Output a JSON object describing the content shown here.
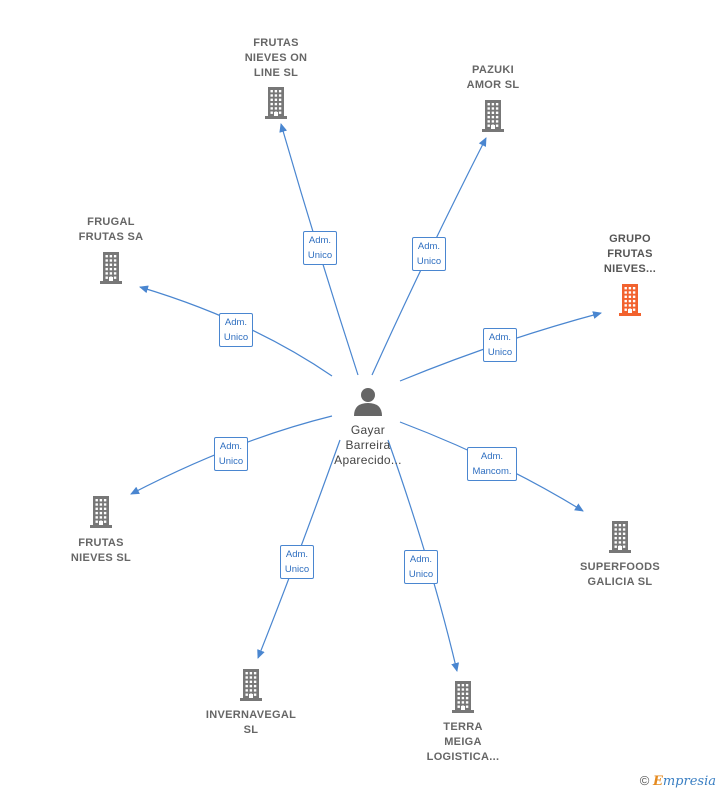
{
  "center": {
    "lines": [
      "Gayar",
      "Barreira",
      "Aparecido..."
    ],
    "icon": "person-icon"
  },
  "nodes": [
    {
      "id": "frutas-nieves-online",
      "lines": [
        "FRUTAS",
        "NIEVES ON",
        "LINE  SL"
      ],
      "icon": "building-icon",
      "color": "#777777"
    },
    {
      "id": "pazuki-amor",
      "lines": [
        "PAZUKI",
        "AMOR  SL"
      ],
      "icon": "building-icon",
      "color": "#777777"
    },
    {
      "id": "frugal-frutas",
      "lines": [
        "FRUGAL",
        "FRUTAS SA"
      ],
      "icon": "building-icon",
      "color": "#777777"
    },
    {
      "id": "grupo-frutas-nieves",
      "lines": [
        "GRUPO",
        "FRUTAS",
        "NIEVES..."
      ],
      "icon": "building-icon",
      "color": "#f2622e"
    },
    {
      "id": "frutas-nieves-sl",
      "lines": [
        "FRUTAS",
        "NIEVES SL"
      ],
      "icon": "building-icon",
      "color": "#777777"
    },
    {
      "id": "superfoods-galicia",
      "lines": [
        "SUPERFOODS",
        "GALICIA  SL"
      ],
      "icon": "building-icon",
      "color": "#777777"
    },
    {
      "id": "invernavegal",
      "lines": [
        "INVERNAVEGAL",
        "SL"
      ],
      "icon": "building-icon",
      "color": "#777777"
    },
    {
      "id": "terra-meiga",
      "lines": [
        "TERRA",
        "MEIGA",
        "LOGISTICA..."
      ],
      "icon": "building-icon",
      "color": "#777777"
    }
  ],
  "edges": [
    {
      "target": "frutas-nieves-online",
      "lines": [
        "Adm.",
        "Unico"
      ]
    },
    {
      "target": "pazuki-amor",
      "lines": [
        "Adm.",
        "Unico"
      ]
    },
    {
      "target": "frugal-frutas",
      "lines": [
        "Adm.",
        "Unico"
      ]
    },
    {
      "target": "grupo-frutas-nieves",
      "lines": [
        "Adm.",
        "Unico"
      ]
    },
    {
      "target": "frutas-nieves-sl",
      "lines": [
        "Adm.",
        "Unico"
      ]
    },
    {
      "target": "superfoods-galicia",
      "lines": [
        "Adm.",
        "Mancom."
      ]
    },
    {
      "target": "invernavegal",
      "lines": [
        "Adm.",
        "Unico"
      ]
    },
    {
      "target": "terra-meiga",
      "lines": [
        "Adm.",
        "Unico"
      ]
    }
  ],
  "colors": {
    "edge": "#4a86d0",
    "building": "#777777",
    "highlight": "#f2622e",
    "person": "#666666"
  },
  "footer": {
    "symbol": "©",
    "brand_initial": "E",
    "brand_rest": "mpresia"
  }
}
